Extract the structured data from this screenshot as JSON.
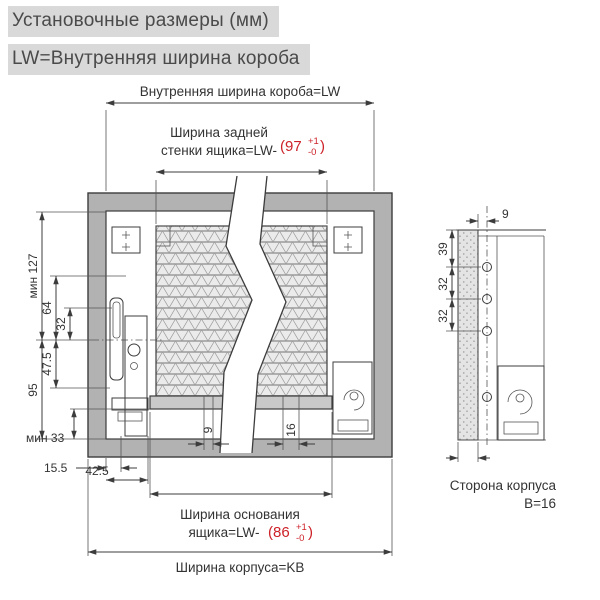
{
  "titles": {
    "line1": "Установочные размеры (мм)",
    "line2": "LW=Внутренняя ширина короба"
  },
  "colors": {
    "accent_red": "#cd2128",
    "title_bg": "#d9d9d9",
    "line": "#3c3c3c",
    "cabinet_gray": "#b2b2b2"
  },
  "main_view": {
    "inner_width_label": "Внутренняя ширина короба=LW",
    "back_wall": {
      "label_1": "Ширина задней",
      "label_2": "стенки ящика=LW-",
      "value": "(97",
      "tol_plus": "+1",
      "tol_minus": "-0",
      "paren": ")"
    },
    "left_dims": {
      "min127": "мин 127",
      "d64": "64",
      "d32": "32",
      "d95": "95",
      "d47_5": "47.5",
      "min33": "мин 33",
      "d15_5": "15.5",
      "d42_5": "42.5"
    },
    "bottom_dims": {
      "d9": "9",
      "d16": "16"
    },
    "base": {
      "label_1": "Ширина основания",
      "label_2": "ящика=LW-",
      "value": "(86",
      "tol_plus": "+1",
      "tol_minus": "-0",
      "paren": ")"
    },
    "body_width_label": "Ширина корпуса=KB"
  },
  "side_view": {
    "d9": "9",
    "d39": "39",
    "d32a": "32",
    "d32b": "32",
    "label_1": "Сторона корпуса",
    "label_2": "В=16"
  }
}
